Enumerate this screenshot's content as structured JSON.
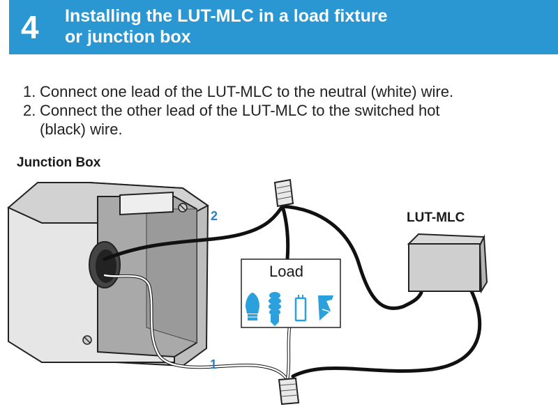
{
  "header": {
    "step_number": "4",
    "title_line1": "Installing the LUT-MLC in a load fixture",
    "title_line2": "or junction box"
  },
  "instructions": [
    {
      "number": "1.",
      "lines": [
        "Connect one lead of the LUT-MLC to the neutral (white) wire."
      ]
    },
    {
      "number": "2.",
      "lines": [
        "Connect the other lead of the LUT-MLC to the switched hot",
        "(black) wire."
      ]
    }
  ],
  "diagram": {
    "junction_box_label": "Junction Box",
    "device_label": "LUT-MLC",
    "load_label": "Load",
    "callout_1": "1",
    "callout_2": "2",
    "load_icons": [
      "led-bulb-icon",
      "cfl-bulb-icon",
      "fluorescent-tube-icon",
      "halogen-lamp-icon"
    ]
  },
  "colors": {
    "banner": "#2a97d3",
    "callout": "#2a7fc0",
    "icon_blue": "#2aa0dc",
    "wire_black": "#111111"
  }
}
